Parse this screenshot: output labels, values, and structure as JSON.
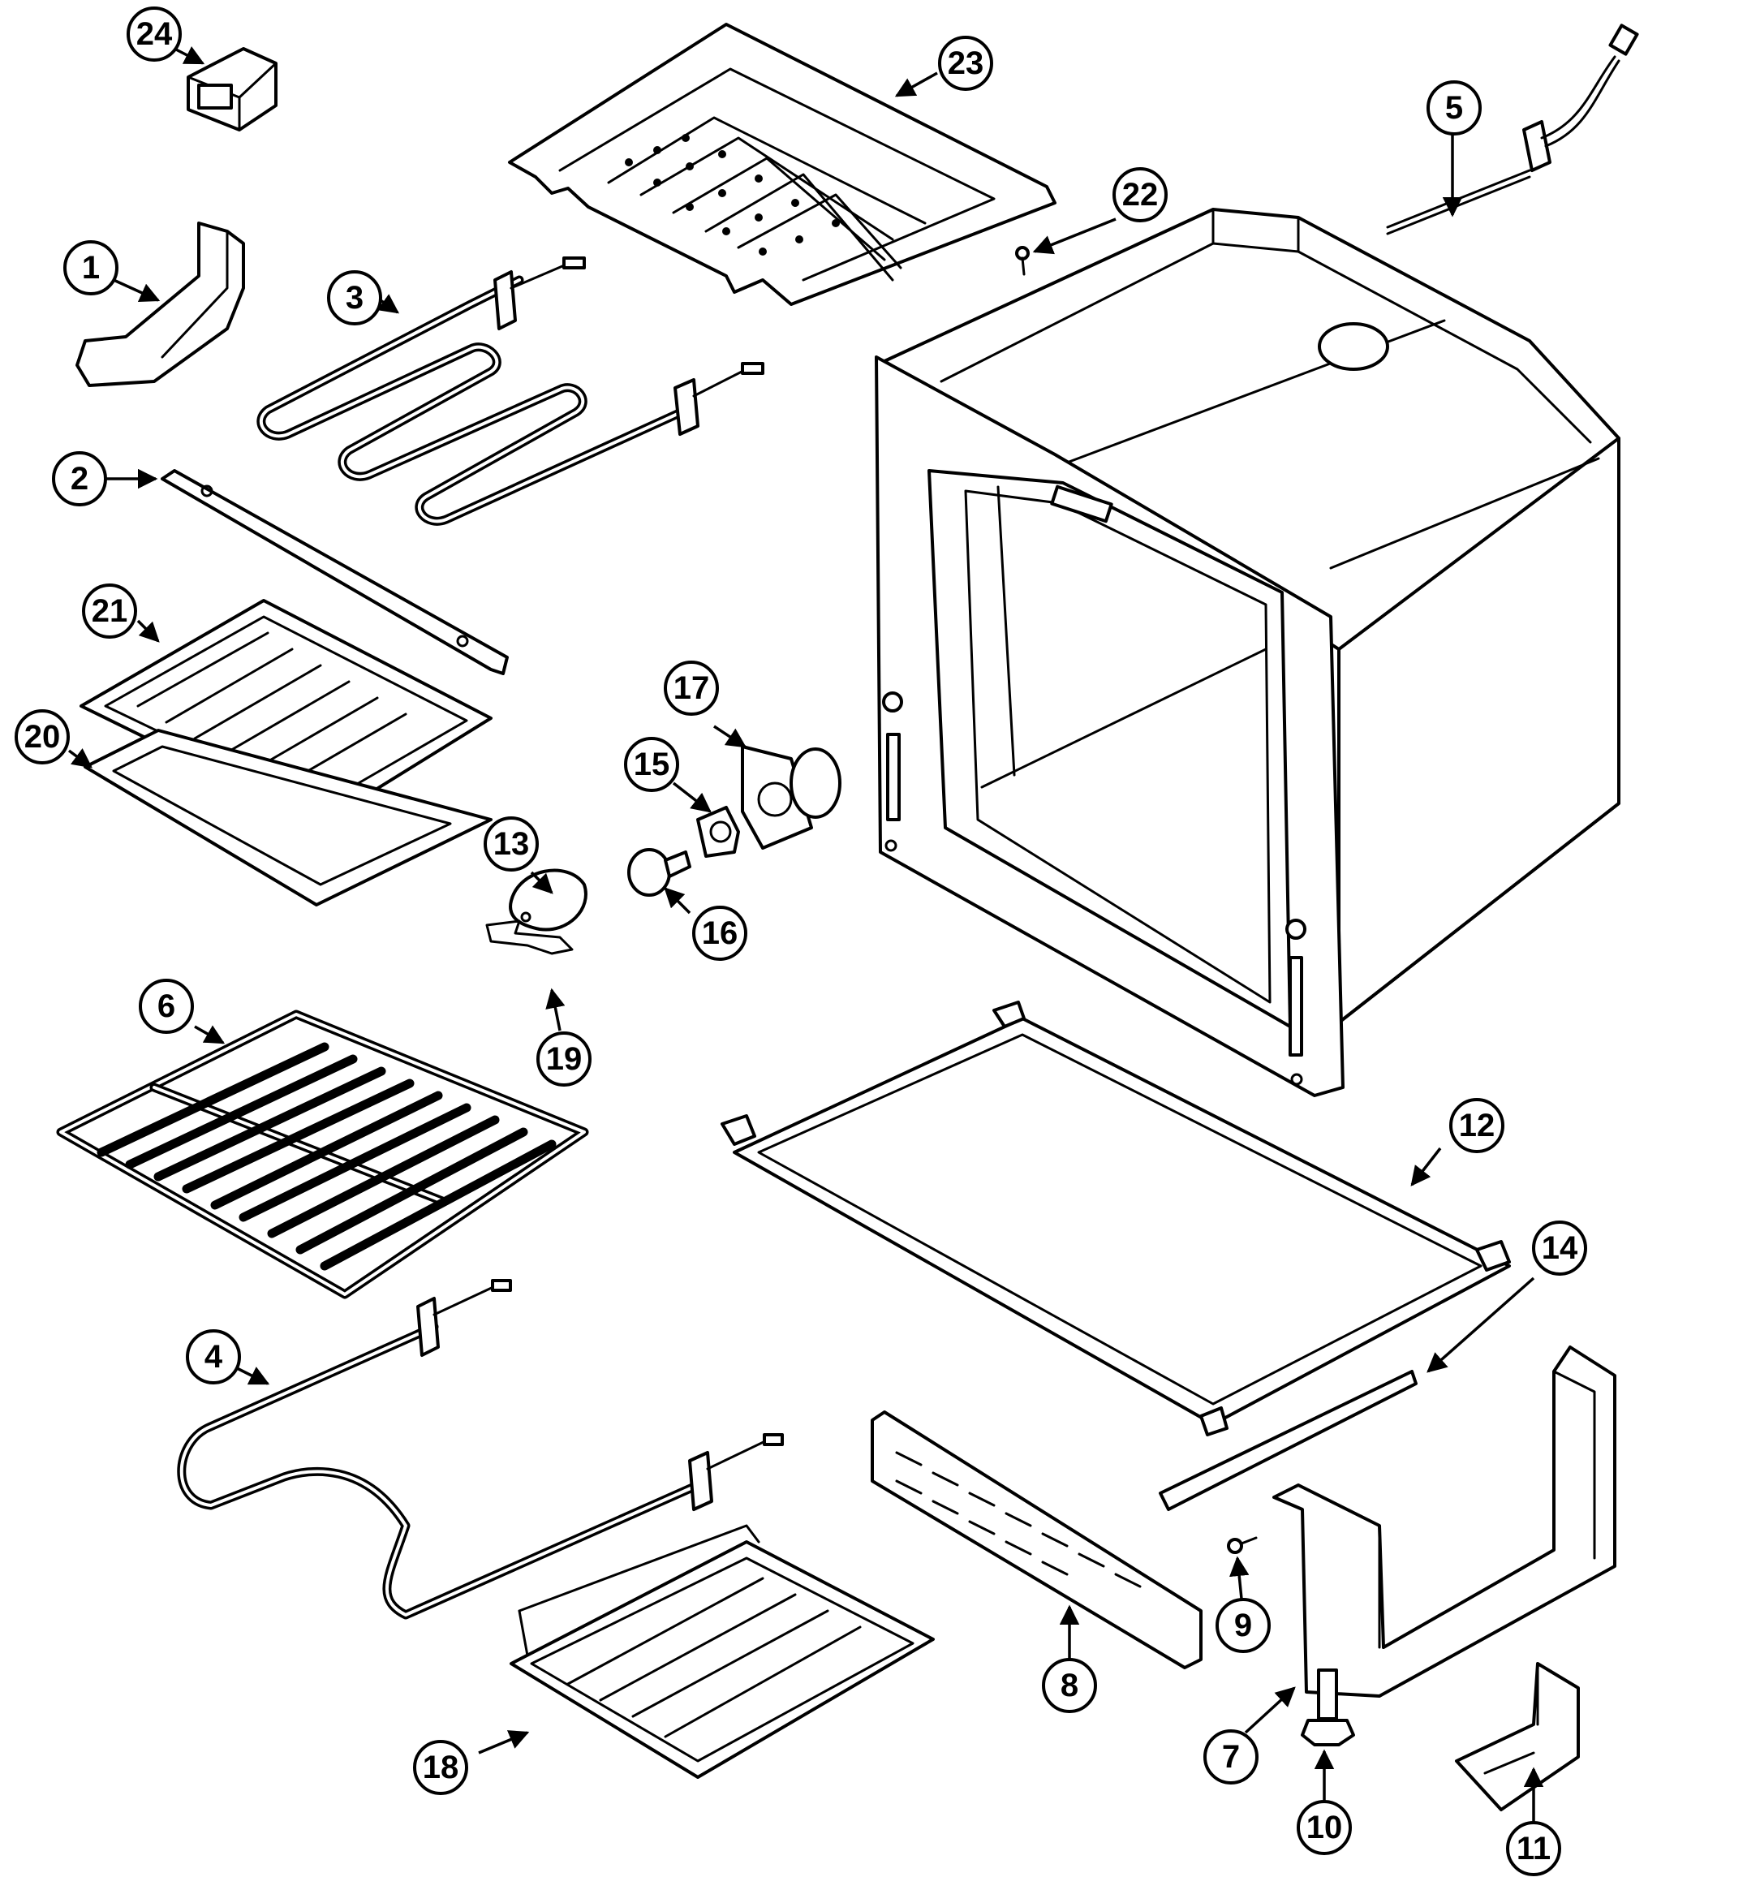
{
  "parts": [
    {
      "number": "1"
    },
    {
      "number": "2"
    },
    {
      "number": "3"
    },
    {
      "number": "4"
    },
    {
      "number": "5"
    },
    {
      "number": "6"
    },
    {
      "number": "7"
    },
    {
      "number": "8"
    },
    {
      "number": "9"
    },
    {
      "number": "10"
    },
    {
      "number": "11"
    },
    {
      "number": "12"
    },
    {
      "number": "13"
    },
    {
      "number": "14"
    },
    {
      "number": "15"
    },
    {
      "number": "16"
    },
    {
      "number": "17"
    },
    {
      "number": "18"
    },
    {
      "number": "19"
    },
    {
      "number": "20"
    },
    {
      "number": "21"
    },
    {
      "number": "22"
    },
    {
      "number": "23"
    },
    {
      "number": "24"
    }
  ]
}
